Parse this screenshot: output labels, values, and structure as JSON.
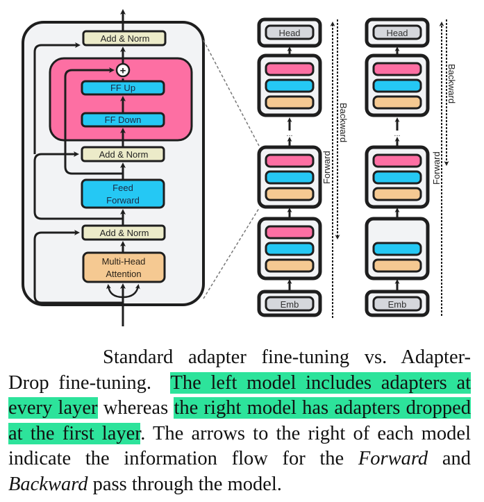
{
  "figure": {
    "colors": {
      "adapter": "#fd6fa3",
      "feedforward": "#25c8f4",
      "attention": "#f5c992",
      "addnorm": "#ecebc9",
      "heademb": "#d5d7dc",
      "panel": "#f2f3f5",
      "stroke": "#1e1e1e"
    },
    "transformer_block": {
      "add_norm_top": "Add & Norm",
      "plus_symbol": "+",
      "ff_up": "FF Up",
      "ff_down": "FF Down",
      "add_norm_middle": "Add & Norm",
      "feed_forward_line1": "Feed",
      "feed_forward_line2": "Forward",
      "add_norm_bottom": "Add & Norm",
      "attention_line1": "Multi-Head",
      "attention_line2": "Attention"
    },
    "models": [
      {
        "name": "standard-adapter-model",
        "head": "Head",
        "emb": "Emb",
        "ellipsis": "...",
        "layers": [
          {
            "adapter": true,
            "feedforward": true,
            "attention": true
          },
          {
            "adapter": true,
            "feedforward": true,
            "attention": true
          },
          {
            "adapter": true,
            "feedforward": true,
            "attention": true
          }
        ],
        "backward_label": "Backward",
        "forward_label": "Forward"
      },
      {
        "name": "adapterdrop-model",
        "head": "Head",
        "emb": "Emb",
        "ellipsis": "...",
        "layers": [
          {
            "adapter": true,
            "feedforward": true,
            "attention": true
          },
          {
            "adapter": true,
            "feedforward": true,
            "attention": true
          },
          {
            "adapter": false,
            "feedforward": true,
            "attention": true
          }
        ],
        "backward_label": "Backward",
        "forward_label": "Forward"
      }
    ]
  },
  "caption": {
    "line1": "Standard adapter fine-tuning vs. Adapter-",
    "part_a": "Drop fine-tuning.",
    "highlight_1": "The left model includes adapters at every layer",
    "part_b": "whereas",
    "highlight_2": "the right model has adapters dropped at the first layer",
    "part_c": ". The arrows to the right of each model indicate the information flow for the",
    "italic_forward": "Forward",
    "part_d": "and",
    "italic_backward": "Backward",
    "part_e": "pass through the model."
  }
}
